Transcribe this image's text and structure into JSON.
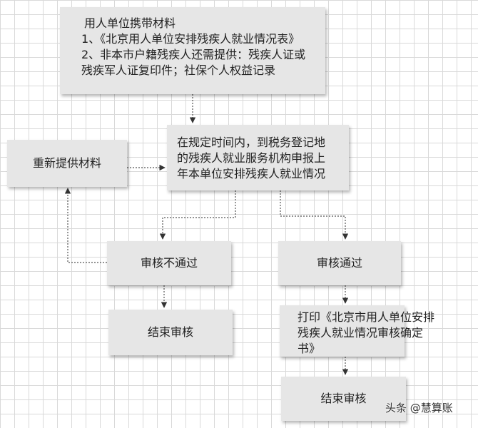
{
  "flowchart": {
    "materials": {
      "title": "用人单位携带材料",
      "line1": "1、《北京用人单位安排残疾人就业情况表》",
      "line2": "2、非本市户籍残疾人还需提供：残疾人证或",
      "line3": "残疾军人证复印件；社保个人权益记录"
    },
    "declare": {
      "line1": "在规定时间内，到税务登记地",
      "line2": "的残疾人就业服务机构申报上",
      "line3": "年本单位安排残疾人就业情况"
    },
    "resubmit": "重新提供材料",
    "fail": "审核不通过",
    "pass": "审核通过",
    "end_left": "结束审核",
    "print": {
      "line1": "打印《北京市用人单位安排",
      "line2": "残疾人就业情况审核确定",
      "line3": "书》"
    },
    "end_right": "结束审核"
  },
  "watermark": "头条 @慧算账",
  "colors": {
    "box_fill": "#e6e6e6",
    "grid": "#d9d9d9",
    "connector": "#555555"
  }
}
